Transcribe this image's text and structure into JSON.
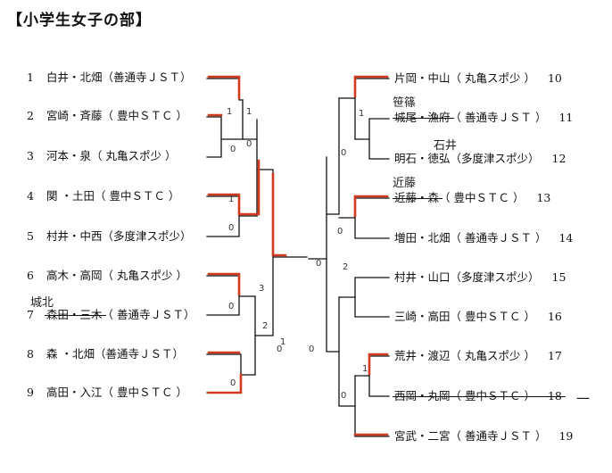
{
  "title": "【小学生女子の部】",
  "left_entries": [
    {
      "seed": "1",
      "names": "白井・北畑",
      "club": "（善通寺ＪＳＴ）"
    },
    {
      "seed": "2",
      "names": "宮崎・斉藤",
      "club": "（ 豊中ＳＴＣ ）"
    },
    {
      "seed": "3",
      "names": "河本・泉",
      "club": "（ 丸亀スポ少 ）"
    },
    {
      "seed": "4",
      "names": "関 ・土田",
      "club": "（ 豊中ＳＴＣ ）"
    },
    {
      "seed": "5",
      "names": "村井・中西",
      "club": "（多度津スポ少）"
    },
    {
      "seed": "6",
      "names": "高木・高岡",
      "club": "（ 丸亀スポ少 ）"
    },
    {
      "seed": "7",
      "names": "森田・三木",
      "club": "（ 善通寺ＪＳＴ）"
    },
    {
      "seed": "8",
      "names": "森 ・北畑",
      "club": "（善通寺ＪＳＴ）"
    },
    {
      "seed": "9",
      "names": "高田・入江",
      "club": "（ 豊中ＳＴＣ ）"
    }
  ],
  "right_entries": [
    {
      "seed": "10",
      "names": "片岡・中山",
      "club": "（ 丸亀スポ少 ）"
    },
    {
      "seed": "11",
      "names": "城尾・漁府",
      "club": "（ 善通寺ＪＳＴ ）"
    },
    {
      "seed": "12",
      "names": "明石・徳弘",
      "club": "（多度津スポ少）"
    },
    {
      "seed": "13",
      "names": "近藤・森",
      "club": "（ 豊中ＳＴＣ ）"
    },
    {
      "seed": "14",
      "names": "増田・北畑",
      "club": "（ 善通寺ＪＳＴ ）"
    },
    {
      "seed": "15",
      "names": "村井・山口",
      "club": "（多度津スポ少）"
    },
    {
      "seed": "16",
      "names": "三崎・高田",
      "club": "（ 豊中ＳＴＣ ）"
    },
    {
      "seed": "17",
      "names": "荒井・渡辺",
      "club": "（ 丸亀スポ少 ）"
    },
    {
      "seed": "18",
      "names": "西岡・丸岡",
      "club": "（ 豊中ＳＴＣ ）"
    },
    {
      "seed": "19",
      "names": "宮武・二宮",
      "club": "（ 善通寺ＪＳＴ ）"
    }
  ],
  "handwritten": {
    "note_11": "笹篠",
    "note_12": "石井",
    "note_13": "近藤",
    "note_7": "城北",
    "note_18": "一",
    "marks": [
      "1",
      "0",
      "1",
      "0",
      "0",
      "1",
      "0",
      "3",
      "0",
      "2",
      "0",
      "1",
      "0",
      "1",
      "0",
      "2",
      "0",
      "1",
      "0",
      "0"
    ]
  },
  "colors": {
    "ink": "#111111",
    "red_pen": "#d03a1e"
  }
}
